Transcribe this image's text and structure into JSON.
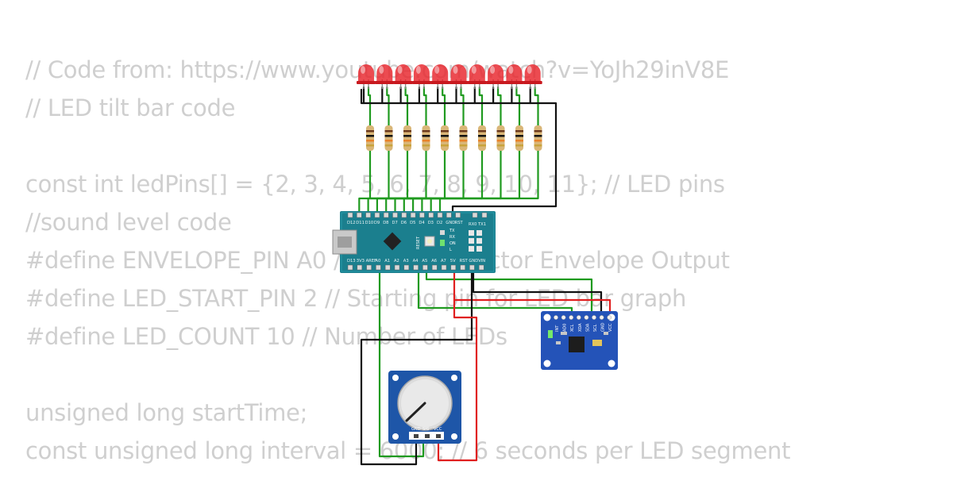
{
  "code_lines": [
    "// Code from: https://www.youtube.com/watch?v=YoJh29inV8E",
    "// LED tilt bar code",
    "",
    "const int ledPins[] = {2, 3, 4, 5, 6, 7, 8, 9, 10, 11}; // LED pins",
    "//sound level code",
    "#define ENVELOPE_PIN A0 // Sound Detector Envelope Output",
    "#define LED_START_PIN 2 // Starting pin for LED bar graph",
    "#define LED_COUNT 10 // Number of LEDs",
    "",
    "unsigned long startTime;",
    "const unsigned long interval = 6000; // 6 seconds per LED segment"
  ],
  "components": {
    "leds": {
      "count": 10,
      "color": "#e8232b"
    },
    "resistors": {
      "count": 10
    },
    "arduino_nano": {
      "top_pins": [
        "D12",
        "D11",
        "D10",
        "D9",
        "D8",
        "D7",
        "D6",
        "D5",
        "D4",
        "D3",
        "D2",
        "GND",
        "RST"
      ],
      "top_pins_right": [
        "RX0",
        "TX1"
      ],
      "bottom_pins": [
        "D13",
        "3V3",
        "AREF",
        "A0",
        "A1",
        "A2",
        "A3",
        "A4",
        "A5",
        "A6",
        "A7",
        "5V",
        "RST",
        "GND",
        "VIN"
      ],
      "side_labels": [
        "TX",
        "RX",
        "ON",
        "L"
      ],
      "reset_label": "RESET",
      "board_color": "#1b7f8e"
    },
    "sensor_module": {
      "pins": [
        "INT",
        "AD0",
        "XCL",
        "XDA",
        "SDA",
        "SCL",
        "GND",
        "VCC"
      ],
      "color": "#2453b8"
    },
    "potentiometer_module": {
      "pins": [
        "GND",
        "SIG",
        "VCC"
      ],
      "color": "#1e56a8"
    }
  },
  "wire_colors": {
    "signal": "#1f9a1f",
    "ground": "#111111",
    "power": "#e01f1f"
  }
}
